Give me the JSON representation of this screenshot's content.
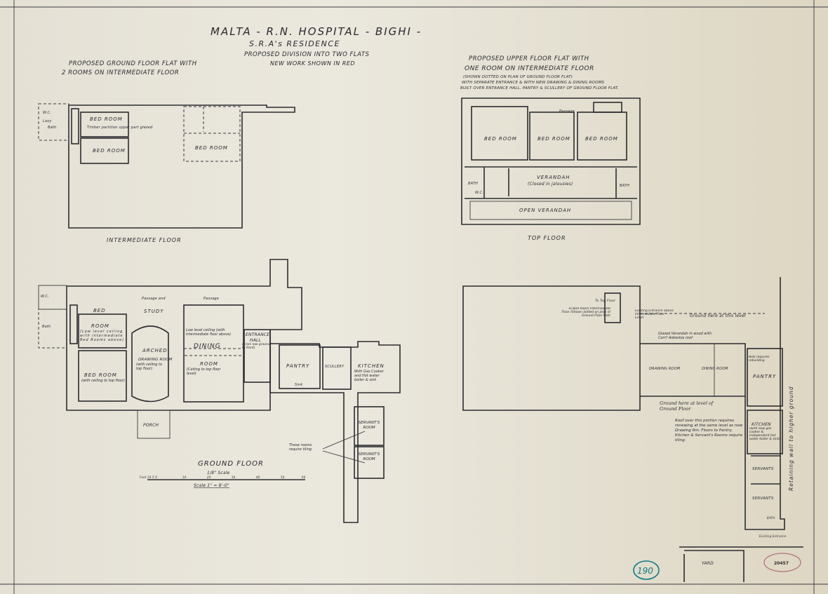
{
  "title": {
    "line1": "MALTA - R.N. HOSPITAL - BIGHI -",
    "line2": "S.R.A's RESIDENCE",
    "line3": "PROPOSED DIVISION INTO TWO FLATS",
    "line4": "NEW WORK SHOWN IN RED"
  },
  "left_heading": {
    "line1": "PROPOSED GROUND FLOOR FLAT WITH",
    "line2": "2 ROOMS ON INTERMEDIATE FLOOR"
  },
  "right_heading": {
    "line1": "PROPOSED UPPER FLOOR FLAT WITH",
    "line2": "ONE ROOM ON INTERMEDIATE FLOOR",
    "line3": "(SHOWN DOTTED ON PLAN OF GROUND FLOOR FLAT)",
    "line4": "WITH SEPARATE ENTRANCE & WITH NEW DRAWING & DINING ROOMS",
    "line5": "BUILT OVER ENTRANCE HALL, PANTRY & SCULLERY OF GROUND FLOOR FLAT."
  },
  "intermediate_floor": {
    "caption": "INTERMEDIATE FLOOR",
    "wc": "W.C.",
    "lavatory": "Lavy",
    "bath": "Bath",
    "bed_room_1": "BED ROOM",
    "bed_room_1_note": "Timber partition upper part glazed",
    "bed_room_2": "BED ROOM",
    "bed_room_3": "BED ROOM"
  },
  "top_floor": {
    "caption": "TOP FLOOR",
    "bed_room_1": "BED ROOM",
    "bed_room_2": "BED ROOM",
    "bed_room_3": "BED ROOM",
    "passage": "Passage",
    "verandah": "VERANDAH",
    "verandah_note": "(Closed in jalousies)",
    "open_verandah": "OPEN VERANDAH",
    "bath_left": "BATH",
    "bath_right": "BATH",
    "wc": "W.C."
  },
  "ground_floor": {
    "caption": "GROUND FLOOR",
    "scale_fraction": "1/8\" Scale",
    "scale_text": "Scale 1\" = 8'-0\"",
    "scale_ticks": [
      "Feet 10 5 0",
      "10",
      "20",
      "30",
      "40",
      "50",
      "60"
    ],
    "wc": "W.C.",
    "bath": "Bath",
    "bed_room_upper": "BED",
    "bed_room_upper_2": "ROOM",
    "bed_room_upper_note": "(Low level ceiling with intermediate Bed Rooms above)",
    "bed_room_lower": "BED ROOM",
    "bed_room_lower_note": "(with ceiling to top floor)",
    "passage_study": "Passage and",
    "study": "STUDY",
    "arched": "ARCHED",
    "drawing_room": "DRAWING ROOM",
    "drawing_room_note": "(with ceiling to top floor)",
    "passage": "Passage",
    "dining_note": "Low level ceiling (with intermediate floor above)",
    "dining": "DINING",
    "room": "ROOM",
    "room_note": "(Ceiling to top floor level)",
    "entrance": "ENTRANCE",
    "hall": "HALL",
    "hall_note": "(From low ground to front)",
    "porch": "PORCH",
    "pantry": "PANTRY",
    "sink": "Sink",
    "scullery": "SCULLERY",
    "kitchen": "KITCHEN",
    "kitchen_note": "With Gas Cooker and Hot water boiler & sink",
    "servants_room_1": "SERVANT'S ROOM",
    "servants_room_2": "SERVANT'S ROOM",
    "tiling_note": "These rooms require tiling"
  },
  "upper_ground_plan": {
    "to_top_floor": "To Top Floor",
    "to_bed_room": "To Bed Room Intermediate Floor (Shown dotted on plan of Ground Floor Flat)",
    "existing_entrance": "Existing Entrance above Intermediate Floor Level",
    "ground_level_note": "Ground here at this level",
    "verandah_note": "Glazed Verandah in wood with Corr? Asbestos roof",
    "drawing_room": "DRAWING ROOM",
    "dining_room": "DINING ROOM",
    "ground_level_note_2": "Ground here at level of Ground Floor",
    "roof_note": "Roof over this portion requires renewing at the same level as new Drawing Rm. Floors to Pantry, Kitchen & Servant's Rooms require tiling.",
    "wall_note": "Wall requires rebuilding",
    "pantry": "PANTRY",
    "kitchen": "KITCHEN",
    "kitchen_note": "(with new gas cooker & independent hot water boiler & sink)",
    "servants_1": "SERVANTS",
    "servants_2": "SERVANTS",
    "bath": "BATH",
    "existing_entrance_2": "Existing Entrance",
    "retaining_wall": "Retaining wall to higher ground",
    "yard": "YARD"
  },
  "sheet_number": "190",
  "stamp_number": "20457",
  "colors": {
    "ink": "#2c2c30",
    "paper": "#e7e3d8",
    "sheet_number": "#0f7a86",
    "stamp": "#b0707a"
  }
}
